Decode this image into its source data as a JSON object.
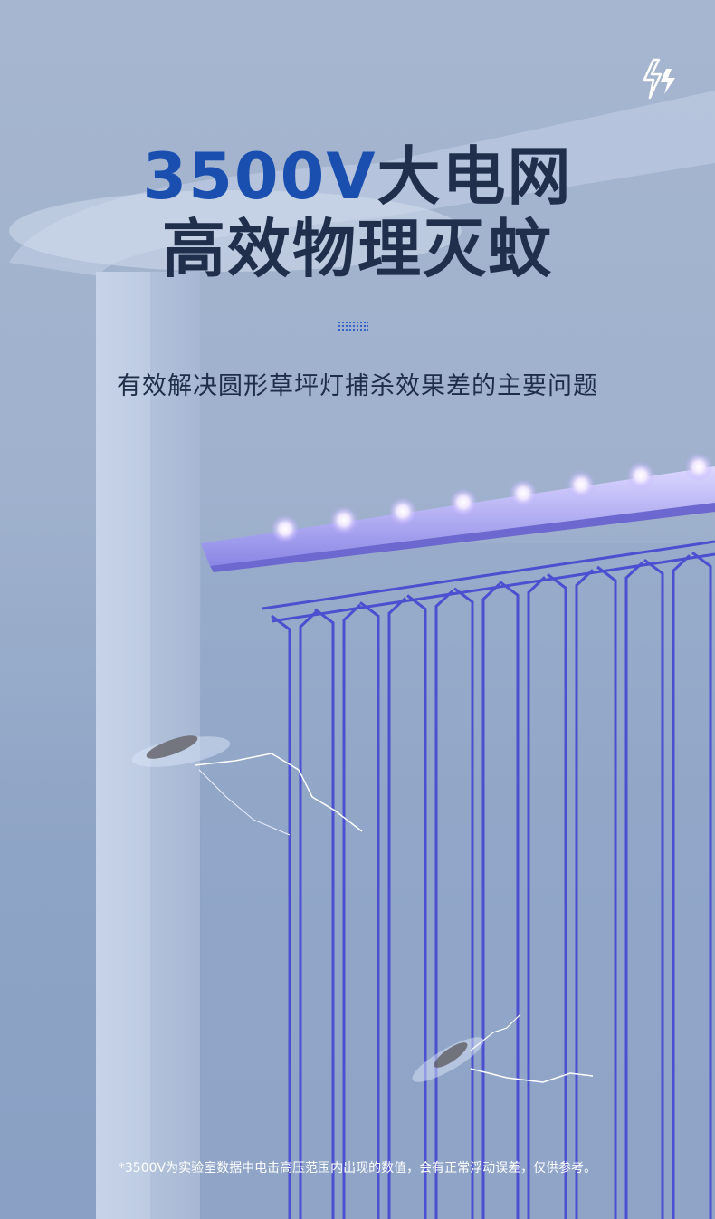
{
  "headline": {
    "line1_accent": "3500V",
    "line1_rest": "大电网",
    "line2": "高效物理灭蚊"
  },
  "subtitle": "有效解决圆形草坪灯捕杀效果差的主要问题",
  "footnote": "*3500V为实验室数据中电击高压范围内出现的数值，会有正常浮动误差，仅供参考。",
  "icons": {
    "top_right": "lightning-bolt-icon"
  },
  "colors": {
    "accent": "#1a4fb0",
    "title": "#1f2f4c",
    "wire": "#4b4fd0"
  }
}
